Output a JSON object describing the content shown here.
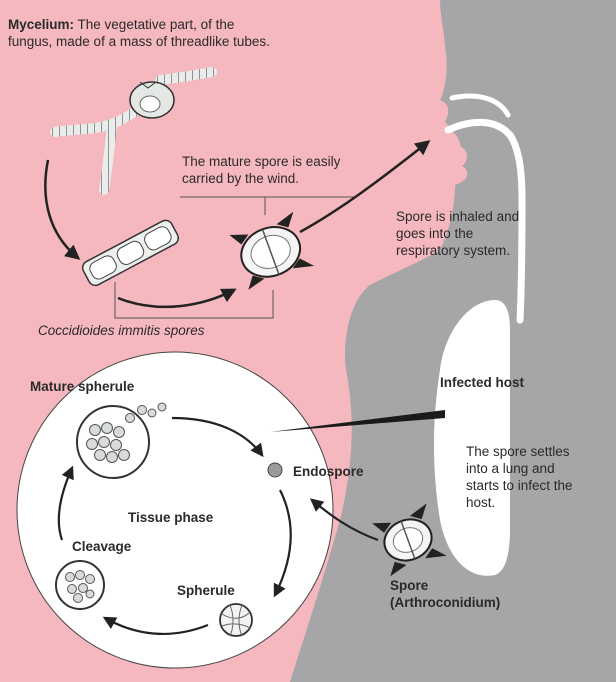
{
  "mycelium": {
    "term": "Mycelium:",
    "definition": " The vegetative part, of the fungus, made of a mass of threadlike tubes."
  },
  "mature_spore_note": "The mature spore is easily carried by the wind.",
  "inhaled_note": "Spore is inhaled and goes into the respiratory system.",
  "spores_caption": "Coccidioides immitis spores",
  "infected_host": "Infected host",
  "settles_note": "The spore settles into a lung and starts to infect the host.",
  "tissue_phase": {
    "title": "Tissue phase",
    "mature_spherule": "Mature spherule",
    "endospore": "Endospore",
    "cleavage": "Cleavage",
    "spherule": "Spherule"
  },
  "spore_label": {
    "line1": "Spore",
    "line2": "(Arthroconidium)"
  },
  "colors": {
    "pink_background": "#f6b8bf",
    "host_silhouette": "#a6a6a8",
    "lung": "#ffffff",
    "tissue_circle": "#ffffff",
    "text": "#2a2a2a"
  }
}
